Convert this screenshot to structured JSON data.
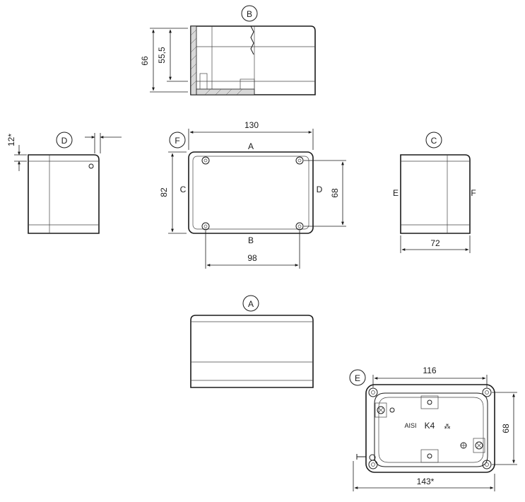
{
  "views": {
    "B": {
      "label": "B",
      "dim_height": "66",
      "dim_inner": "55,5"
    },
    "D": {
      "label": "D",
      "dim_lid": "12*"
    },
    "F": {
      "label": "F",
      "dim_width": "130",
      "dim_height": "82",
      "dim_hole_x": "98",
      "dim_hole_y": "68",
      "edge_top": "A",
      "edge_bottom": "B",
      "edge_left": "C",
      "edge_right": "D"
    },
    "C": {
      "label": "C",
      "dim_depth": "72",
      "edge_left": "E",
      "edge_right": "F"
    },
    "A": {
      "label": "A"
    },
    "E": {
      "label": "E",
      "dim_hole_x": "116",
      "dim_hole_y": "68",
      "dim_overall": "143*",
      "marks": {
        "aisi": "AISI",
        "k4": "K4",
        "sym": "⁂"
      }
    }
  }
}
